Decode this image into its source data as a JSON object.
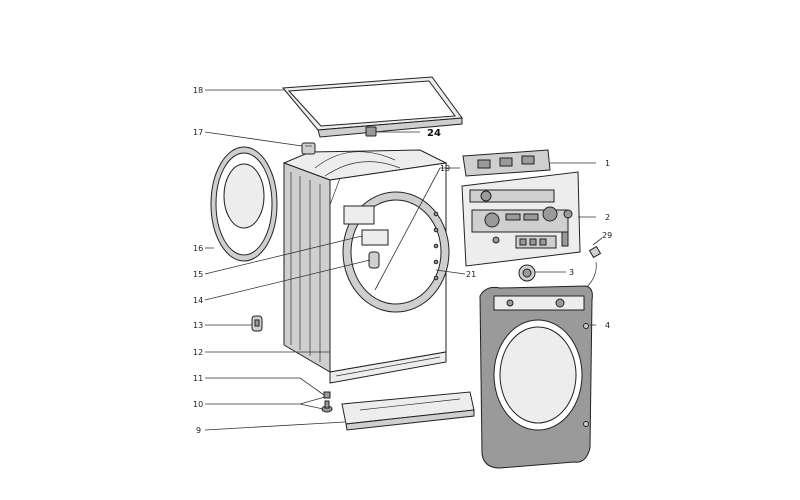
{
  "labels": {
    "1": "1",
    "2": "2",
    "3": "3",
    "4": "4",
    "9": "9",
    "10": "10",
    "11": "11",
    "12": "12",
    "13": "13",
    "14": "14",
    "15": "15",
    "16": "16",
    "17": "17",
    "18": "18",
    "19": "19",
    "21": "21",
    "24": "24",
    "29": "29"
  }
}
